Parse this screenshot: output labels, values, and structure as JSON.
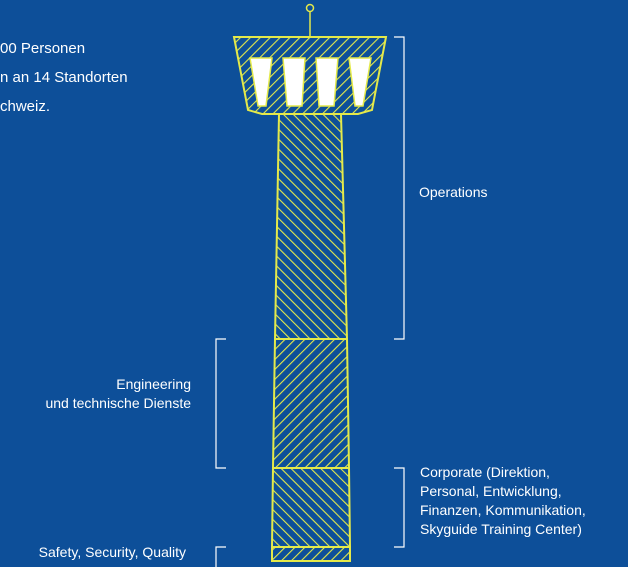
{
  "intro": {
    "lines": [
      "00 Personen",
      "n an 14 Standorten",
      "chweiz."
    ]
  },
  "labels": {
    "operations": "Operations",
    "engineering": [
      "Engineering",
      "und technische Dienste"
    ],
    "corporate": [
      "Corporate (Direktion,",
      "Personal, Entwicklung,",
      "Finanzen, Kommunikation,",
      "Skyguide Training Center)"
    ],
    "safety": "Safety, Security, Quality"
  },
  "colors": {
    "background": "#0d4f99",
    "tower_outline": "#e4e94a",
    "text": "#ffffff"
  }
}
